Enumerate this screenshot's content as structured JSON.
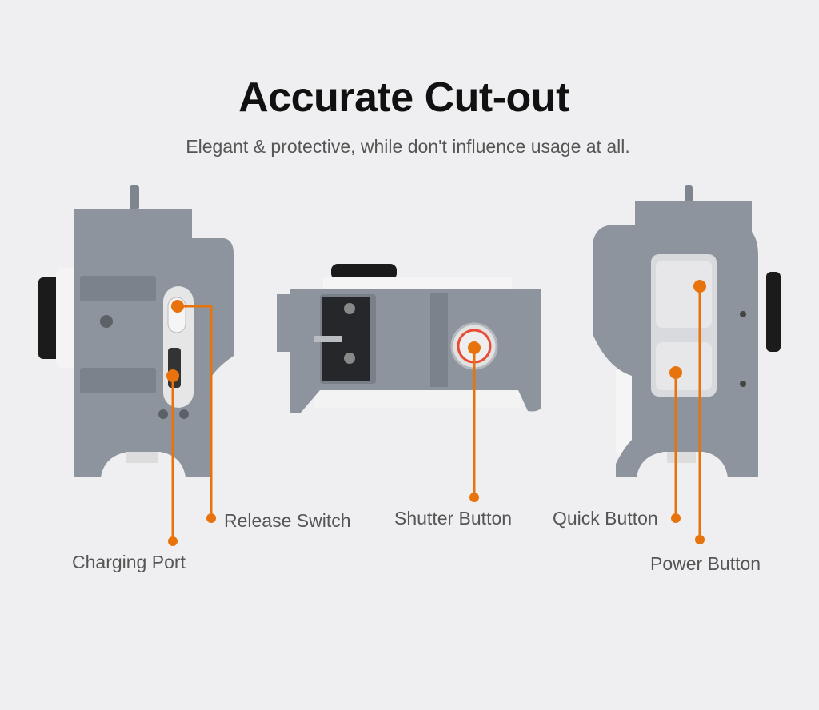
{
  "header": {
    "title": "Accurate Cut-out",
    "subtitle": "Elegant & protective, while don't influence usage at all."
  },
  "callouts": {
    "release_switch": "Release Switch",
    "charging_port": "Charging Port",
    "shutter_button": "Shutter Button",
    "quick_button": "Quick Button",
    "power_button": "Power Button"
  },
  "colors": {
    "accent": "#e8730c",
    "cage": "#8e949d",
    "background": "#efeff1"
  }
}
